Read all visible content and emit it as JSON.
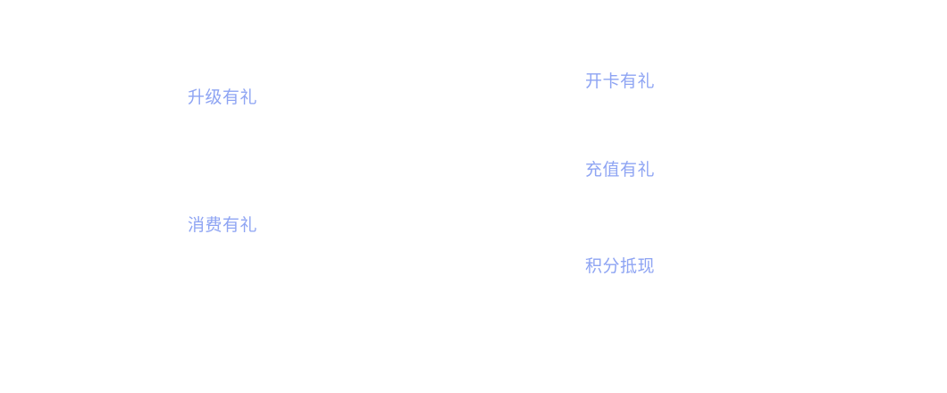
{
  "benefits": {
    "left": {
      "upgrade": "升级有礼",
      "consume": "消费有礼"
    },
    "right": {
      "open_card": "开卡有礼",
      "recharge": "充值有礼",
      "points": "积分抵现"
    }
  },
  "colors": {
    "link_text": "#8ea4f3",
    "background": "#ffffff"
  }
}
